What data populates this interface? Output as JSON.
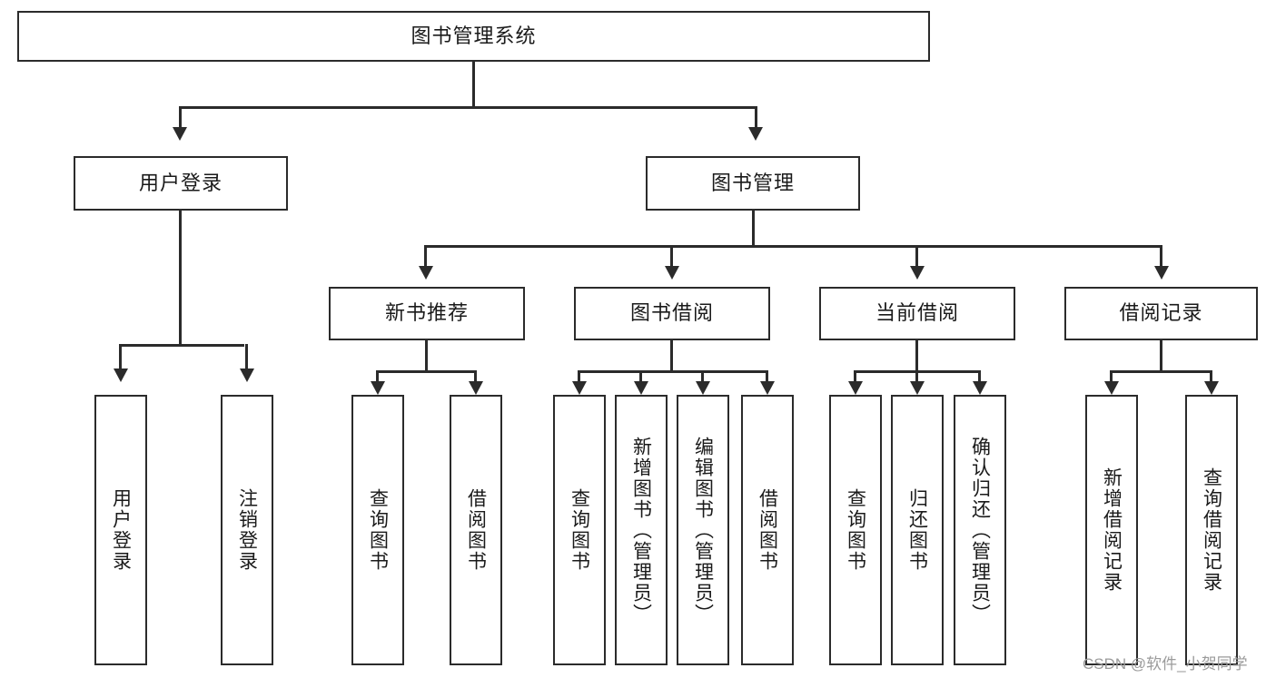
{
  "diagram": {
    "type": "tree-hierarchy",
    "title": "图书管理系统",
    "watermark": "CSDN @软件_小贺同学",
    "root": {
      "label": "图书管理系统"
    },
    "level2": [
      {
        "label": "用户登录"
      },
      {
        "label": "图书管理"
      }
    ],
    "level3": [
      {
        "label": "新书推荐"
      },
      {
        "label": "图书借阅"
      },
      {
        "label": "当前借阅"
      },
      {
        "label": "借阅记录"
      }
    ],
    "leaves": {
      "user_login": [
        {
          "label": "用户登录"
        },
        {
          "label": "注销登录"
        }
      ],
      "new_book_recommend": [
        {
          "label": "查询图书"
        },
        {
          "label": "借阅图书"
        }
      ],
      "book_borrow": [
        {
          "label": "查询图书"
        },
        {
          "label": "新增图书（管理员）"
        },
        {
          "label": "编辑图书（管理员）"
        },
        {
          "label": "借阅图书"
        }
      ],
      "current_borrow": [
        {
          "label": "查询图书"
        },
        {
          "label": "归还图书"
        },
        {
          "label": "确认归还（管理员）"
        }
      ],
      "borrow_record": [
        {
          "label": "新增借阅记录"
        },
        {
          "label": "查询借阅记录"
        }
      ]
    },
    "colors": {
      "stroke": "#2b2b2b",
      "fill": "#ffffff",
      "text": "#1a1a1a",
      "watermark": "#9b9b9b"
    }
  }
}
